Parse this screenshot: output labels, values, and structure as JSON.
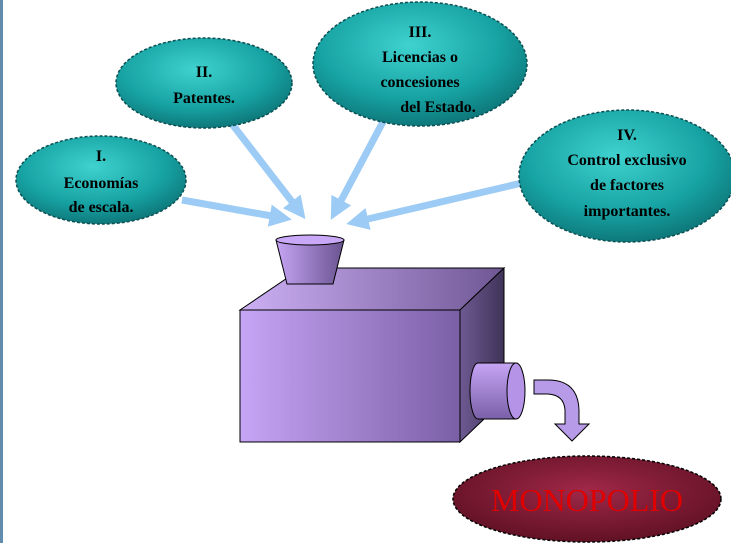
{
  "causes": [
    {
      "numeral": "I.",
      "lines": [
        "Economías",
        "de escala."
      ]
    },
    {
      "numeral": "II.",
      "lines": [
        "Patentes."
      ]
    },
    {
      "numeral": "III.",
      "lines": [
        "Licencias o",
        "concesiones",
        "del Estado."
      ]
    },
    {
      "numeral": "IV.",
      "lines": [
        "Control exclusivo",
        "de factores",
        "importantes."
      ]
    }
  ],
  "result": {
    "label": "MONOPOLIO"
  },
  "colors": {
    "ellipse_fill": "#1aa6a6",
    "arrow": "#9ccbf5",
    "machine": "#b79ae8",
    "result_fill": "#8a1f3a",
    "result_text": "#e00000"
  }
}
